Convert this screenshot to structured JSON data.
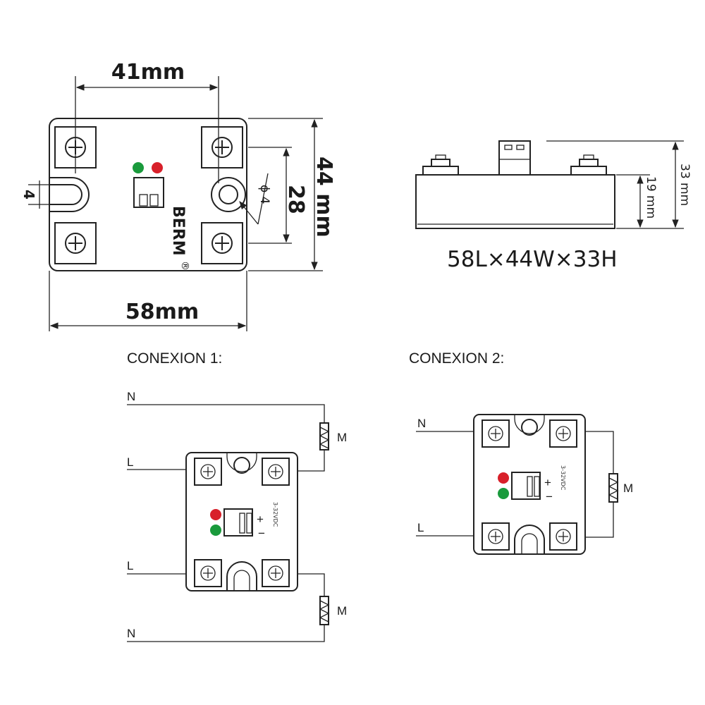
{
  "top_view": {
    "dim_width_top": "41mm",
    "dim_width_bottom": "58mm",
    "dim_height": "44 mm",
    "dim_hole_spacing": "28",
    "dim_hole": "ϕ 4",
    "dim_slot": "4",
    "brand": "BERM",
    "registered": "®"
  },
  "side_view": {
    "dim_height_total": "33 mm",
    "dim_body": "19 mm",
    "size_summary": "58L×44W×33H"
  },
  "connection_1": {
    "title": "CONEXION 1:",
    "wire_labels": [
      "N",
      "L",
      "L",
      "N"
    ],
    "load_labels": [
      "M",
      "M"
    ],
    "plus": "+",
    "minus": "−",
    "voltage": "3-32VDC"
  },
  "connection_2": {
    "title": "CONEXION 2:",
    "wire_labels": [
      "N",
      "L"
    ],
    "load_label": "M",
    "plus": "+",
    "minus": "−",
    "voltage": "3-32VDC"
  },
  "colors": {
    "led_red": "#d8202a",
    "led_green": "#1a9a3c",
    "line": "#222222"
  }
}
